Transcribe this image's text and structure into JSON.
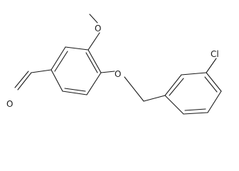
{
  "molecule": {
    "atoms": {
      "aldehyde_oxygen": "O",
      "ether_oxygen": "O",
      "methoxy_oxygen": "O",
      "chlorine": "Cl"
    },
    "colors": {
      "bond": "#1a1a1a",
      "background": "#ffffff"
    }
  }
}
